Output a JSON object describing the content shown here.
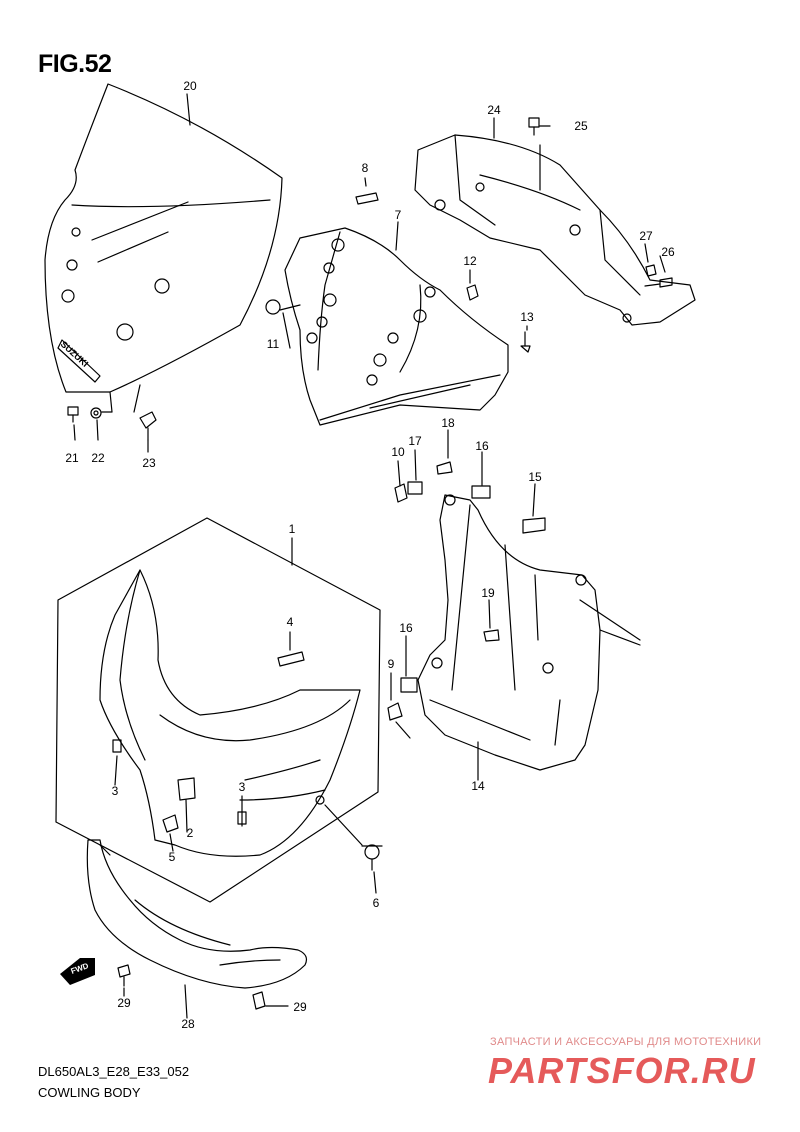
{
  "figure": {
    "title": "FIG.52",
    "model_code": "DL650AL3_E28_E33_052",
    "section_name": "COWLING BODY"
  },
  "callouts": {
    "c1": "1",
    "c2": "2",
    "c3a": "3",
    "c3b": "3",
    "c4": "4",
    "c5": "5",
    "c6": "6",
    "c7": "7",
    "c8": "8",
    "c9": "9",
    "c10": "10",
    "c11": "11",
    "c12": "12",
    "c13": "13",
    "c14": "14",
    "c15": "15",
    "c16a": "16",
    "c16b": "16",
    "c17": "17",
    "c18": "18",
    "c19": "19",
    "c20": "20",
    "c21": "21",
    "c22": "22",
    "c23": "23",
    "c24": "24",
    "c25": "25",
    "c26": "26",
    "c27": "27",
    "c28": "28",
    "c29a": "29",
    "c29b": "29"
  },
  "windscreen_logo": "SUZUKI",
  "fwd_arrow": "FWD",
  "watermark": {
    "tagline": "ЗАПЧАСТИ И АКСЕССУАРЫ ДЛЯ МОТОТЕХНИКИ",
    "logo": "PARTSFOR.RU"
  },
  "colors": {
    "line": "#000000",
    "watermark": "#e55a5a",
    "background": "#ffffff"
  }
}
